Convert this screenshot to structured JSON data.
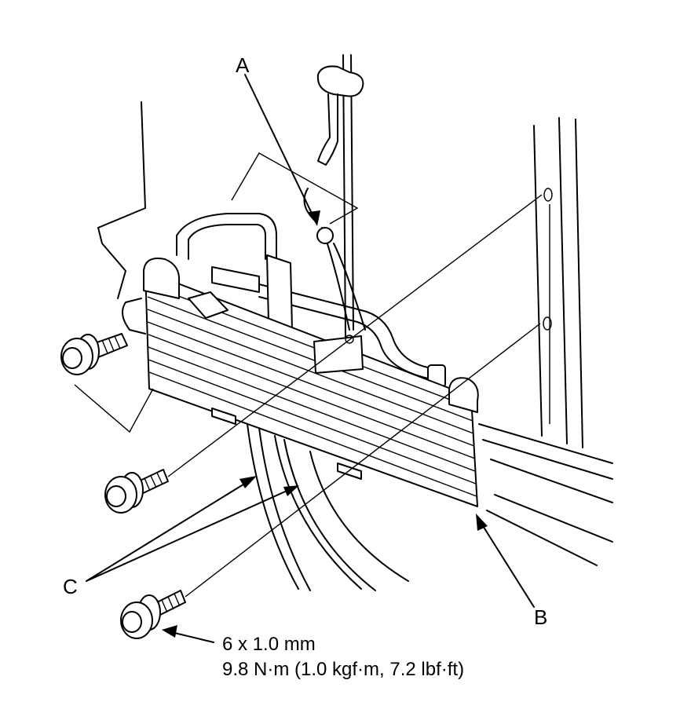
{
  "callouts": {
    "a": "A",
    "b": "B",
    "c": "C"
  },
  "spec": {
    "size": "6 x 1.0 mm",
    "torque": "9.8 N·m (1.0 kgf·m, 7.2 lbf·ft)"
  }
}
